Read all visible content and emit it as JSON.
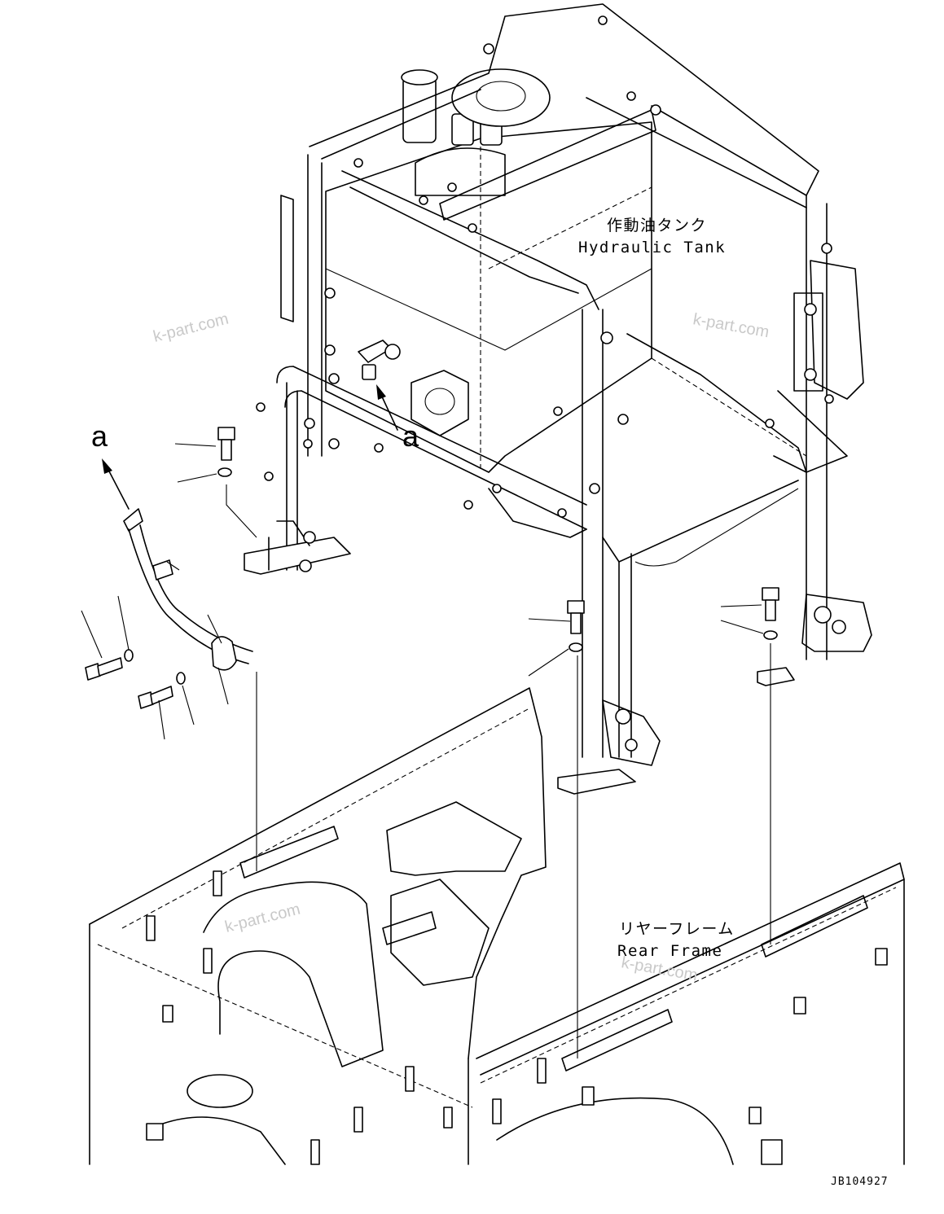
{
  "labels": {
    "hydraulic_tank_jp": "作動油タンク",
    "hydraulic_tank_en": "Hydraulic Tank",
    "rear_frame_jp": "リヤーフレーム",
    "rear_frame_en": "Rear Frame",
    "callout_a_left": "a",
    "callout_a_tank": "a",
    "drawing_code": "JB104927"
  },
  "watermarks": {
    "mark_1": "k-part.com",
    "mark_2": "k-part.com",
    "mark_3": "k-part.com",
    "mark_4": "k-part.com"
  }
}
